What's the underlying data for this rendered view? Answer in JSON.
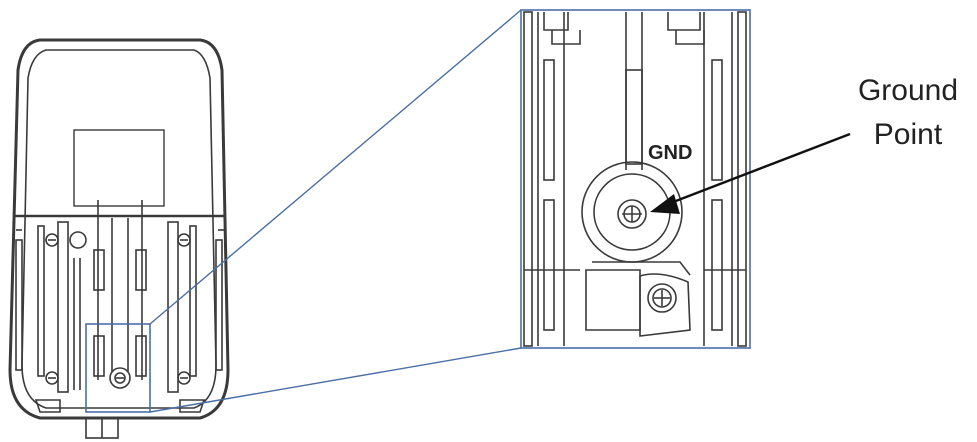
{
  "labels": {
    "ground_point_line1": "Ground",
    "ground_point_line2": "Point",
    "gnd": "GND"
  },
  "colors": {
    "line": "#3a3a3a",
    "highlight": "#4a6fa5"
  }
}
